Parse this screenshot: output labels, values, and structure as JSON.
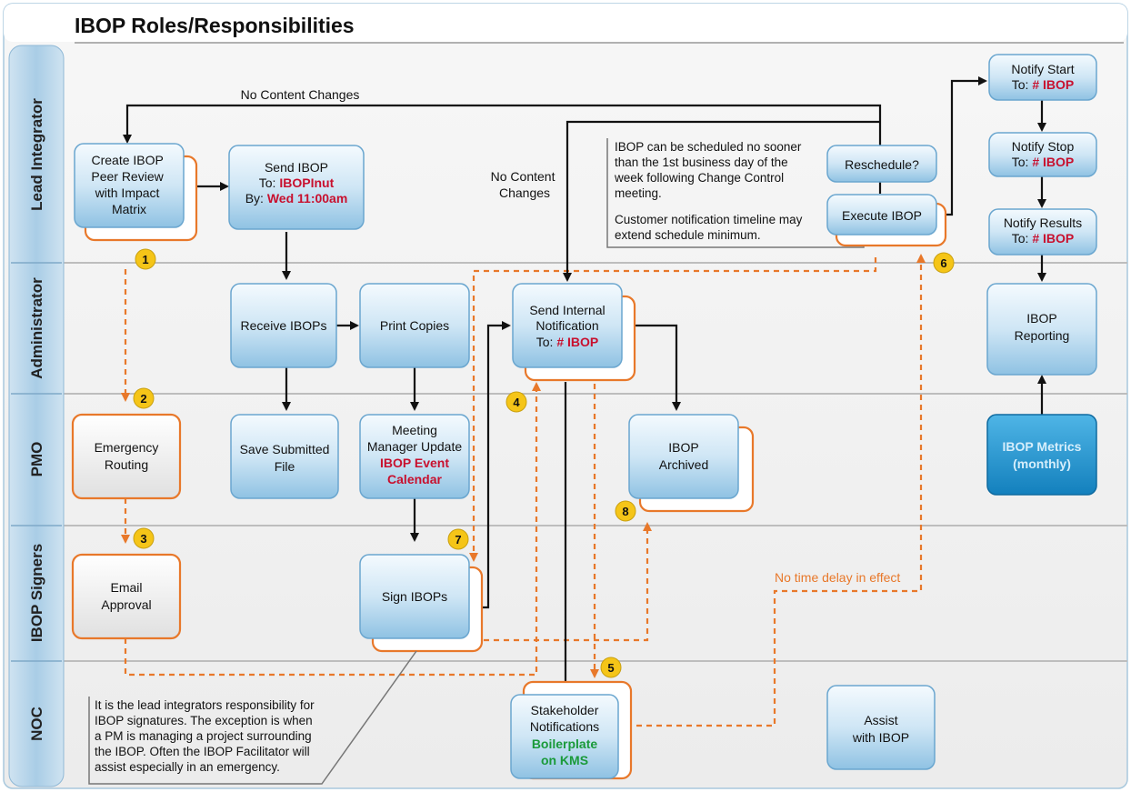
{
  "title": "IBOP Roles/Responsibilities",
  "lanes": [
    "Lead Integrator",
    "Administrator",
    "PMO",
    "IBOP Signers",
    "NOC"
  ],
  "nodes": {
    "create_ibop": [
      "Create IBOP",
      "Peer Review",
      "with Impact",
      "Matrix"
    ],
    "send_ibop": {
      "line1": "Send IBOP",
      "to_prefix": "To: ",
      "to_value": "IBOPInut",
      "by_prefix": "By: ",
      "by_value": "Wed 11:00am"
    },
    "reschedule": [
      "Reschedule?"
    ],
    "execute_ibop": [
      "Execute IBOP"
    ],
    "notify_start": {
      "line1": "Notify Start",
      "prefix": "To: ",
      "value": "# IBOP"
    },
    "notify_stop": {
      "line1": "Notify Stop",
      "prefix": "To: ",
      "value": "# IBOP"
    },
    "notify_results": {
      "line1": "Notify Results",
      "prefix": "To: ",
      "value": "# IBOP"
    },
    "receive_ibops": [
      "Receive IBOPs"
    ],
    "print_copies": [
      "Print Copies"
    ],
    "send_internal": {
      "line1": "Send Internal",
      "line2": "Notification",
      "prefix": "To: ",
      "value": "# IBOP"
    },
    "ibop_reporting": [
      "IBOP",
      "Reporting"
    ],
    "emergency_routing": [
      "Emergency",
      "Routing"
    ],
    "save_submitted": [
      "Save Submitted",
      "File"
    ],
    "meeting_manager": {
      "lines": [
        "Meeting",
        "Manager Update"
      ],
      "red": [
        "IBOP Event",
        "Calendar"
      ]
    },
    "ibop_archived": [
      "IBOP",
      "Archived"
    ],
    "ibop_metrics": [
      "IBOP Metrics",
      "(monthly)"
    ],
    "email_approval": [
      "Email",
      "Approval"
    ],
    "sign_ibops": [
      "Sign IBOPs"
    ],
    "stakeholder": {
      "lines": [
        "Stakeholder",
        "Notifications"
      ],
      "green": [
        "Boilerplate",
        "on KMS"
      ]
    },
    "assist": [
      "Assist",
      "with IBOP"
    ]
  },
  "labels": {
    "no_content_changes_top": "No Content Changes",
    "no_content_changes_mid": [
      "No Content",
      "Changes"
    ],
    "no_time_delay": "No time delay in effect"
  },
  "notes": {
    "schedule": [
      "IBOP can be scheduled no sooner",
      "than the 1st business day of the",
      "week following Change Control",
      "meeting."
    ],
    "customer": [
      "Customer notification timeline may",
      "extend schedule minimum."
    ],
    "responsibility": [
      "It is the lead integrators responsibility for",
      "IBOP signatures. The exception is when",
      "a PM is managing a project surrounding",
      "the IBOP. Often the IBOP Facilitator will",
      "assist especially in an emergency."
    ]
  },
  "badges": [
    "1",
    "2",
    "3",
    "4",
    "5",
    "6",
    "7",
    "8"
  ],
  "colors": {
    "orange": "#e8782a",
    "red_text": "#c8102e",
    "green_text": "#1a9a3a",
    "lane_blue": "#9ec6e0",
    "badge_yellow": "#f5c518",
    "metrics_blue": "#1f95cf"
  }
}
